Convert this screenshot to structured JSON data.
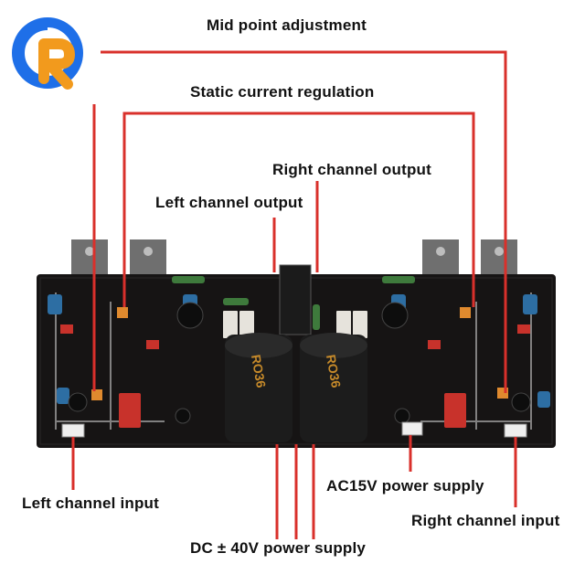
{
  "labels": {
    "mid_point": "Mid point adjustment",
    "static_current": "Static current regulation",
    "right_output": "Right channel output",
    "left_output": "Left channel output",
    "ac_supply": "AC15V power supply",
    "left_input": "Left channel input",
    "right_input": "Right channel input",
    "dc_supply": "DC ± 40V power supply"
  },
  "capacitors": {
    "left_text": "RO36",
    "right_text": "RO36"
  },
  "colors": {
    "callout_line": "#d9302b",
    "board": "#161414",
    "heatsink": "#7a7a7a",
    "cap_body": "#1c1c1c",
    "cap_label": "#c68a2a",
    "logo_blue": "#1e6fe8",
    "logo_orange": "#f29a1d"
  },
  "icons": {
    "logo": "brand-logo-icon"
  }
}
